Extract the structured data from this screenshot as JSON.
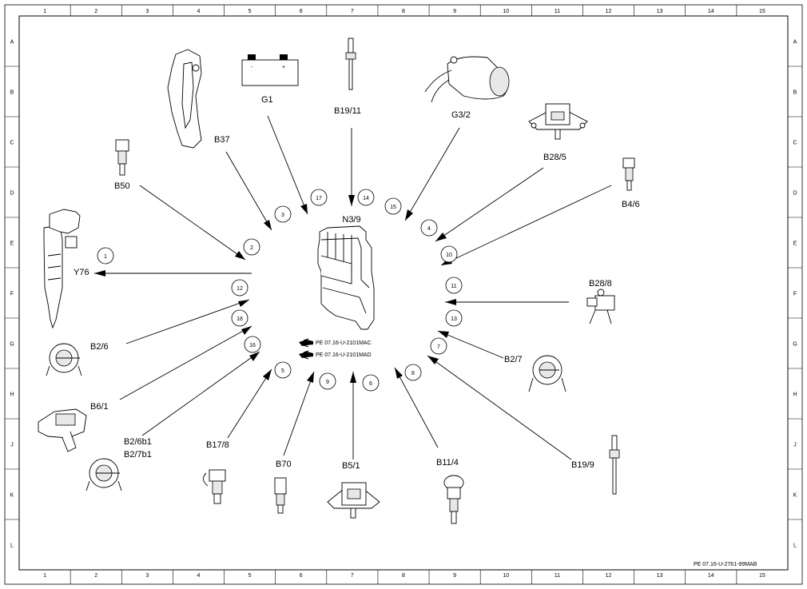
{
  "grid": {
    "columns": [
      "1",
      "2",
      "3",
      "4",
      "5",
      "6",
      "7",
      "8",
      "9",
      "10",
      "11",
      "12",
      "13",
      "14",
      "15"
    ],
    "rows": [
      "A",
      "B",
      "C",
      "D",
      "E",
      "F",
      "G",
      "H",
      "J",
      "K",
      "L"
    ]
  },
  "center": {
    "label": "N3/9",
    "references": [
      {
        "icon": "hand-pointer-icon",
        "text": "PE 07.16-U-2101MAC"
      },
      {
        "icon": "hand-pointer-icon",
        "text": "PE 07.16-U-2101MAD"
      }
    ]
  },
  "components": [
    {
      "id": "Y76",
      "label": "Y76",
      "number": "1"
    },
    {
      "id": "B50",
      "label": "B50",
      "number": "2"
    },
    {
      "id": "B37",
      "label": "B37",
      "number": "3"
    },
    {
      "id": "G1",
      "label": "G1",
      "number": "17"
    },
    {
      "id": "B19_11",
      "label": "B19/11",
      "number": "14"
    },
    {
      "id": "G3_2",
      "label": "G3/2",
      "number": "15"
    },
    {
      "id": "B28_5",
      "label": "B28/5",
      "number": "4"
    },
    {
      "id": "B4_6",
      "label": "B4/6",
      "number": "10"
    },
    {
      "id": "B28_8",
      "label": "B28/8",
      "number": "11"
    },
    {
      "id": "B2_7",
      "label": "B2/7",
      "number": "13"
    },
    {
      "id": "B19_9",
      "label": "B19/9",
      "number": "7"
    },
    {
      "id": "B11_4",
      "label": "B11/4",
      "number": "8"
    },
    {
      "id": "B5_1",
      "label": "B5/1",
      "number": "6"
    },
    {
      "id": "B70",
      "label": "B70",
      "number": "9"
    },
    {
      "id": "B17_8",
      "label": "B17/8",
      "number": "5"
    },
    {
      "id": "B2_6b1",
      "label": "B2/6b1",
      "label2": "B2/7b1",
      "number": "16"
    },
    {
      "id": "B6_1",
      "label": "B6/1",
      "number": "18"
    },
    {
      "id": "B2_6",
      "label": "B2/6",
      "number": "12"
    }
  ],
  "footer_ref": "PE 07.16-U-2761-99MAB"
}
